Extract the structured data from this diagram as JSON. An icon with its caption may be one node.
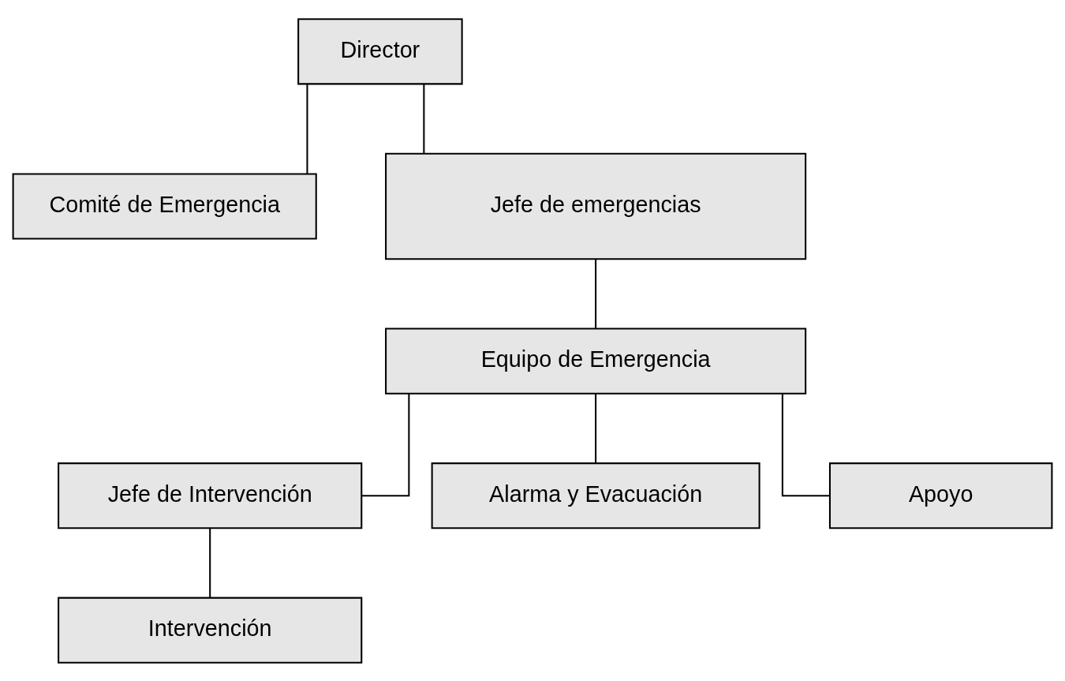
{
  "diagram": {
    "nodes": [
      {
        "text": [
          "Director"
        ]
      },
      {
        "text": [
          "Comité de Emergencia"
        ]
      },
      {
        "text": [
          "Jefe de emergencias"
        ]
      },
      {
        "text": [
          "Equipo de Emergencia"
        ]
      },
      {
        "text": [
          "Jefe de Intervención"
        ]
      },
      {
        "text": [
          "Alarma y Evacuación"
        ]
      },
      {
        "text": [
          "Apoyo"
        ]
      },
      {
        "text": [
          "Intervención"
        ]
      }
    ],
    "edges": [
      {
        "from": 0,
        "to": 1,
        "arrow": "none"
      },
      {
        "from": 0,
        "to": 2,
        "arrow": "none"
      },
      {
        "from": 2,
        "to": 3,
        "arrow": "none"
      },
      {
        "from": 3,
        "to": 4,
        "arrow": "none"
      },
      {
        "from": 3,
        "to": 5,
        "arrow": "none"
      },
      {
        "from": 3,
        "to": 6,
        "arrow": "none"
      },
      {
        "from": 4,
        "to": 7,
        "arrow": "none"
      }
    ]
  }
}
